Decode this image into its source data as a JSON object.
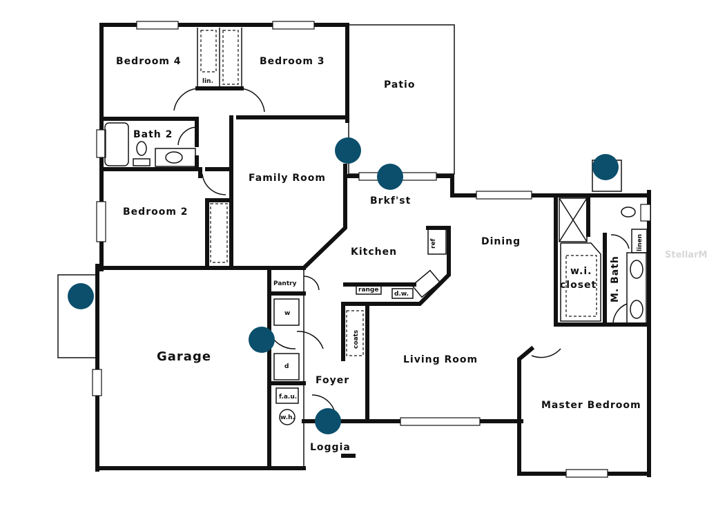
{
  "rooms": {
    "bedroom4": "Bedroom  4",
    "bedroom3": "Bedroom  3",
    "patio": "Patio",
    "bath2": "Bath  2",
    "family_room": "Family  Room",
    "brkfst": "Brkf'st",
    "bedroom2": "Bedroom  2",
    "kitchen": "Kitchen",
    "dining": "Dining",
    "wi_closet_1": "w.i.",
    "wi_closet_2": "closet",
    "m_bath": "M. Bath",
    "garage": "Garage",
    "living_room": "Living  Room",
    "foyer": "Foyer",
    "master_bedroom": "Master  Bedroom",
    "loggia": "Loggia"
  },
  "fixtures": {
    "lin": "lin.",
    "pantry": "Pantry",
    "range": "range",
    "dw": "d.w.",
    "ref": "ref",
    "coats": "coats",
    "washer": "w",
    "dryer": "d",
    "fau": "f.a.u.",
    "wh": "w.h.",
    "linen": "linen"
  },
  "watermark": "StellarMLS",
  "colors": {
    "hotspot": "#0b4f6c",
    "wall": "#111111"
  },
  "hotspots": [
    {
      "id": "hotspot-family-room",
      "icon": "camera-hotspot-icon"
    },
    {
      "id": "hotspot-brkfst",
      "icon": "camera-hotspot-icon"
    },
    {
      "id": "hotspot-master-bath",
      "icon": "camera-hotspot-icon"
    },
    {
      "id": "hotspot-garage-side",
      "icon": "camera-hotspot-icon"
    },
    {
      "id": "hotspot-laundry",
      "icon": "camera-hotspot-icon"
    },
    {
      "id": "hotspot-loggia",
      "icon": "camera-hotspot-icon"
    }
  ]
}
